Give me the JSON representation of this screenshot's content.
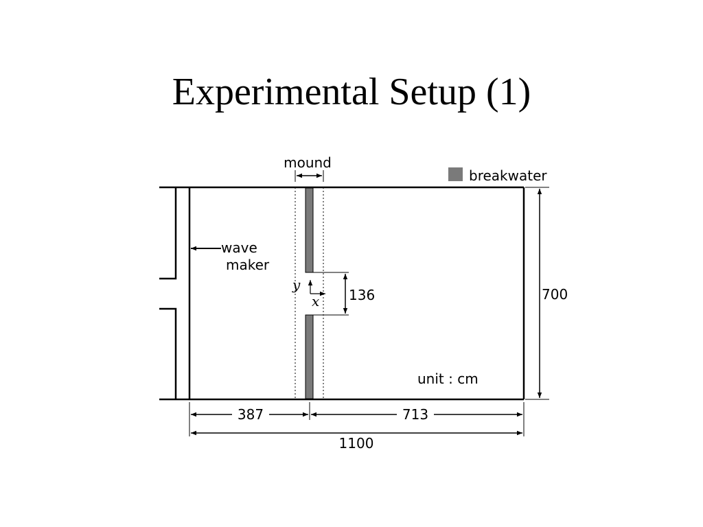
{
  "slide": {
    "title": "Experimental Setup (1)"
  },
  "diagram": {
    "labels": {
      "mound": "mound",
      "legend_breakwater": "breakwater",
      "wave": "wave",
      "maker": "maker",
      "y_axis": "y",
      "x_axis": "x",
      "gap": "136",
      "width": "700",
      "unit": "unit : cm",
      "left_length": "387",
      "right_length": "713",
      "total_length": "1100"
    },
    "colors": {
      "breakwater": "#7a7a7a",
      "line": "#000000"
    }
  }
}
